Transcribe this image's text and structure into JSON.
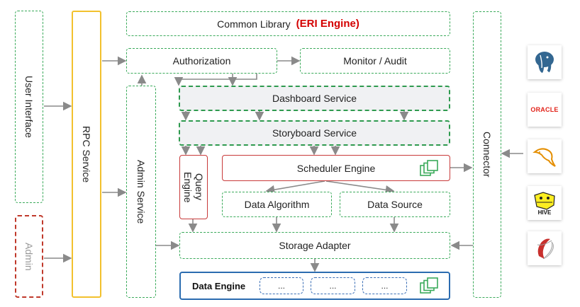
{
  "left": {
    "user_interface": "User Interface",
    "admin": "Admin",
    "rpc_service": "RPC Service"
  },
  "center": {
    "common_library": "Common Library",
    "eri_engine": "(ERI Engine)",
    "authorization": "Authorization",
    "monitor_audit": "Monitor / Audit",
    "admin_service": "Admin Service",
    "dashboard_service": "Dashboard Service",
    "storyboard_service": "Storyboard Service",
    "query_engine": "Query Engine",
    "scheduler_engine": "Scheduler Engine",
    "data_algorithm": "Data Algorithm",
    "data_source": "Data Source",
    "storage_adapter": "Storage Adapter",
    "data_engine": "Data Engine",
    "placeholder_1": "...",
    "placeholder_2": "...",
    "placeholder_3": "..."
  },
  "right": {
    "connector": "Connector",
    "oracle": "ORACLE",
    "hive": "HIVE"
  },
  "colors": {
    "green_dash": "#3aaa5a",
    "red": "#c83a3a",
    "blue": "#2b6cb0",
    "yellow": "#f2c12e",
    "eri_red": "#d40000",
    "arrow": "#8a8a8a"
  },
  "logos": [
    "postgresql-icon",
    "oracle-icon",
    "mysql-icon",
    "hive-icon",
    "sqlserver-icon"
  ]
}
